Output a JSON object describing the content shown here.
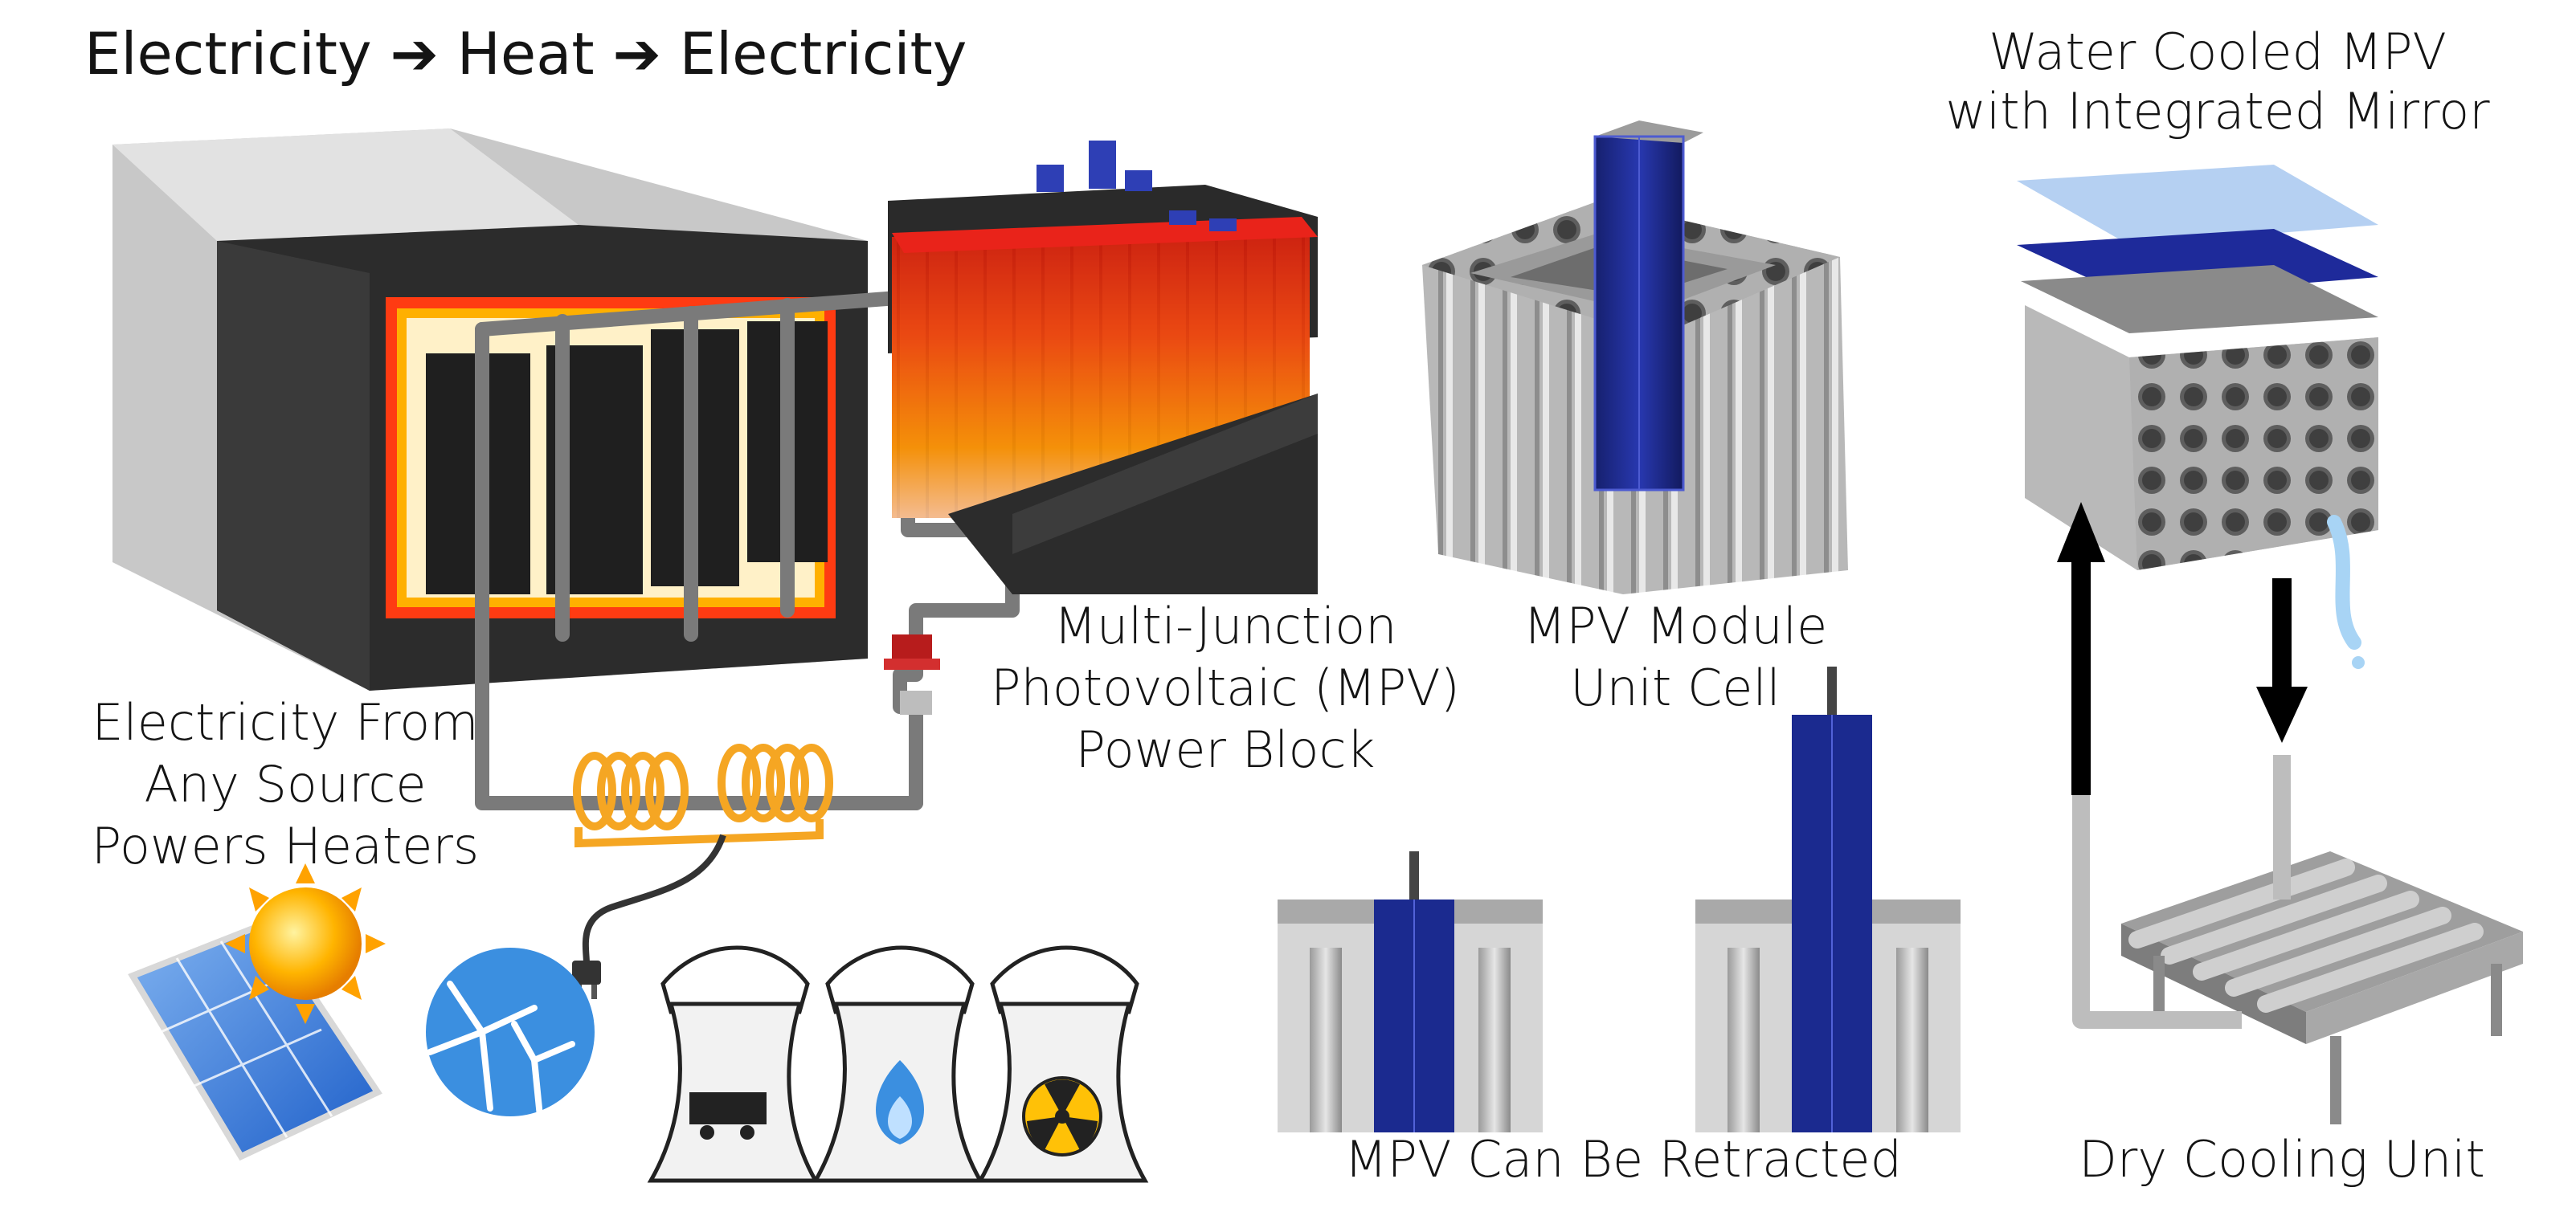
{
  "title": {
    "part1": "Electricity",
    "arrow1": "➔",
    "part2": "Heat",
    "arrow2": "➔",
    "part3": "Electricity"
  },
  "labels": {
    "heaters": [
      "Electricity From",
      "Any Source",
      "Powers Heaters"
    ],
    "mpv_power_block": [
      "Multi-Junction",
      "Photovoltaic (MPV)",
      "Power Block"
    ],
    "unit_cell": [
      "MPV Module",
      "Unit Cell"
    ],
    "water_cooled": [
      "Water Cooled MPV",
      "with Integrated Mirror"
    ],
    "retracted": "MPV Can Be Retracted",
    "dry_cooling": "Dry Cooling Unit"
  },
  "icons": {
    "energy_sources": [
      "solar-panel-icon",
      "sun-icon",
      "wind-turbine-icon",
      "coal-plant-icon",
      "gas-plant-icon",
      "nuclear-plant-icon"
    ],
    "power_plug": "power-plug-icon"
  },
  "colors": {
    "block_dark": "#2b2b2b",
    "block_light": "#bfbfbf",
    "glow_red": "#e11a0c",
    "glow_orange": "#ff8a00",
    "heater_coil": "#f5a623",
    "mpv_blue": "#1b2a8f",
    "pipe_gray": "#808080",
    "solar_blue": "#2f6fd6",
    "wind_blue": "#3b8fe0",
    "arrow_black": "#000000"
  }
}
